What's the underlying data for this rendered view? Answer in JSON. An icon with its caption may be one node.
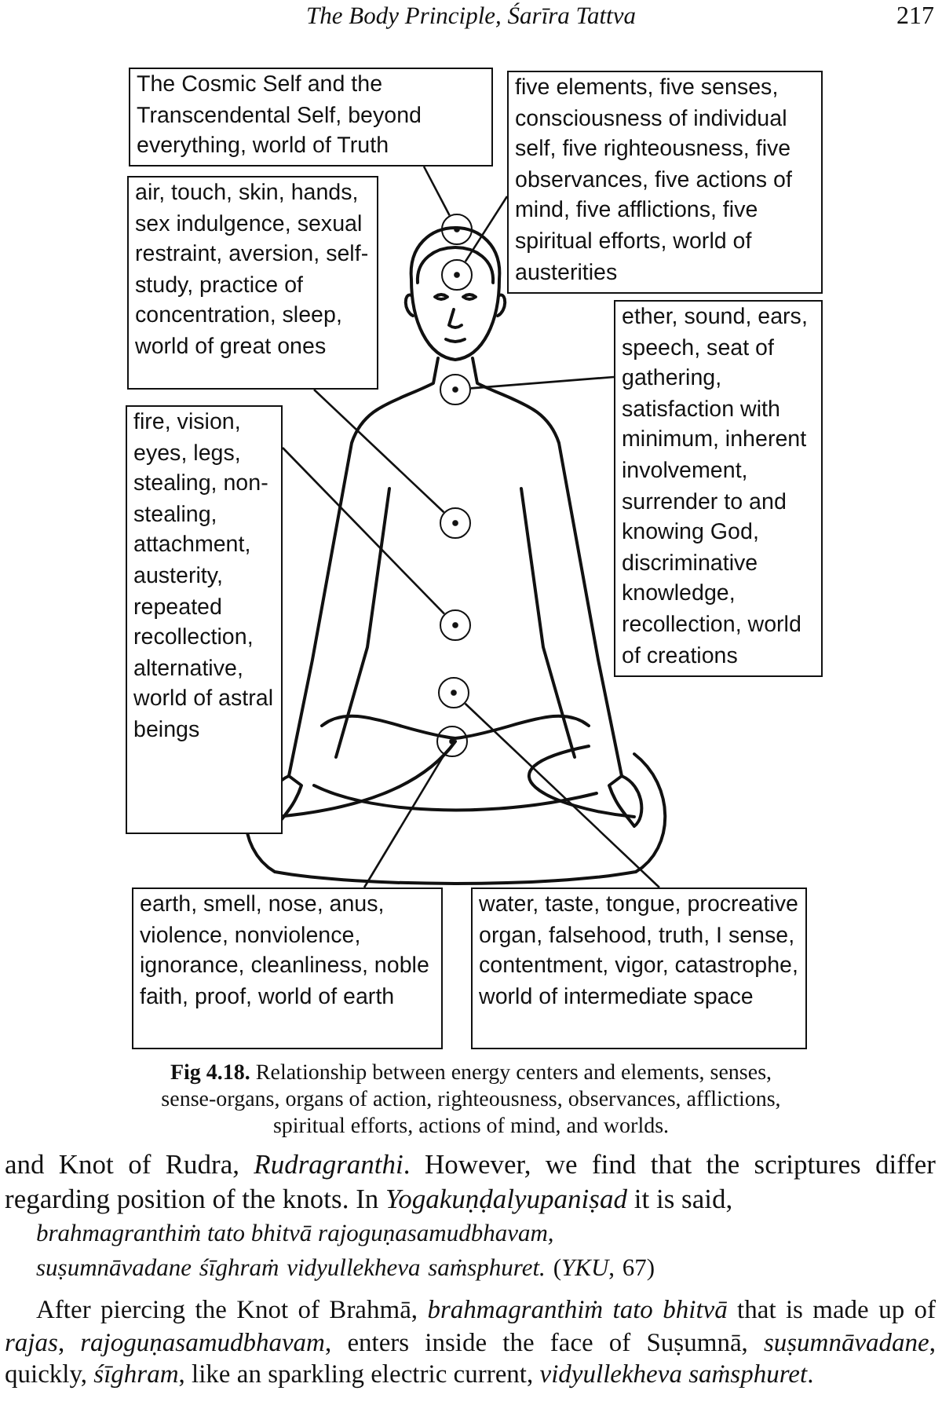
{
  "diagram": {
    "caption": "**Fig 4.18.** Relationship between energy centers and elements, senses, sense-organs, organs of action, righteousness, observances, afflictions, spiritual efforts, actions of mind, and worlds.",
    "nodes": [
      {
        "text": [
          "The Cosmic Self and the Transcendental Self, beyond everything, world of Truth"
        ]
      },
      {
        "text": [
          "five elements, five senses, consciousness of individual self, five righteousness, five observances, five actions of mind, five afflictions, five spiritual efforts, world of austerities"
        ]
      },
      {
        "text": [
          "air, touch, skin, hands, sex indulgence, sexual restraint, aversion, self-study, practice of concentration, sleep, world of great ones"
        ]
      },
      {
        "text": [
          "ether, sound, ears, speech, seat of gathering, satisfaction with minimum, inherent involvement, surrender to and knowing God, discriminative knowledge, recollection, world of creations"
        ]
      },
      {
        "text": [
          "fire, vision, eyes, legs, stealing, non-stealing, attachment, austerity, repeated recollection, alternative, world of astral beings"
        ]
      },
      {
        "text": [
          "earth, smell, nose, anus, violence, nonviolence, ignorance, cleanliness, noble faith, proof, world of earth"
        ]
      },
      {
        "text": [
          "water, taste, tongue, procreative organ, falsehood, truth, I sense, contentment, vigor, catastrophe, world of intermediate space"
        ]
      },
      {
        "text": [],
        "shape": "circle"
      },
      {
        "text": [],
        "shape": "circle"
      },
      {
        "text": [],
        "shape": "circle"
      },
      {
        "text": [],
        "shape": "circle"
      },
      {
        "text": [],
        "shape": "circle"
      },
      {
        "text": [],
        "shape": "circle"
      },
      {
        "text": [],
        "shape": "circle"
      }
    ],
    "edges": [
      {
        "from": 0,
        "to": 7,
        "arrow": "none"
      },
      {
        "from": 1,
        "to": 8,
        "arrow": "none"
      },
      {
        "from": 2,
        "to": 10,
        "arrow": "none"
      },
      {
        "from": 3,
        "to": 9,
        "arrow": "none"
      },
      {
        "from": 4,
        "to": 11,
        "arrow": "none"
      },
      {
        "from": 5,
        "to": 13,
        "arrow": "none"
      },
      {
        "from": 6,
        "to": 12,
        "arrow": "none"
      }
    ],
    "labels": [
      "The Body Principle, Śarīra Tattva",
      "217",
      "and Knot of Rudra, *Rudragranthi*. However, we find that the scriptures differ regarding position of the knots. In *Yogakuṇḍalyupaniṣad* it is said,",
      "brahmagranthiṁ tato bhitvā rajoguṇasamudbhavam,",
      "*suṣumnāvadane śīghraṁ vidyullekheva saṁsphuret.* (*YKU*, 67)",
      "After piercing the Knot of Brahmā, *brahmagranthiṁ tato bhitvā* that is made up of *rajas*, *rajoguṇasamudbhavam*, enters inside the face of Suṣumnā, *suṣumnāvadane*, quickly, *śīghram*, like an sparkling electric current, *vidyullekheva saṁsphuret*."
    ]
  }
}
